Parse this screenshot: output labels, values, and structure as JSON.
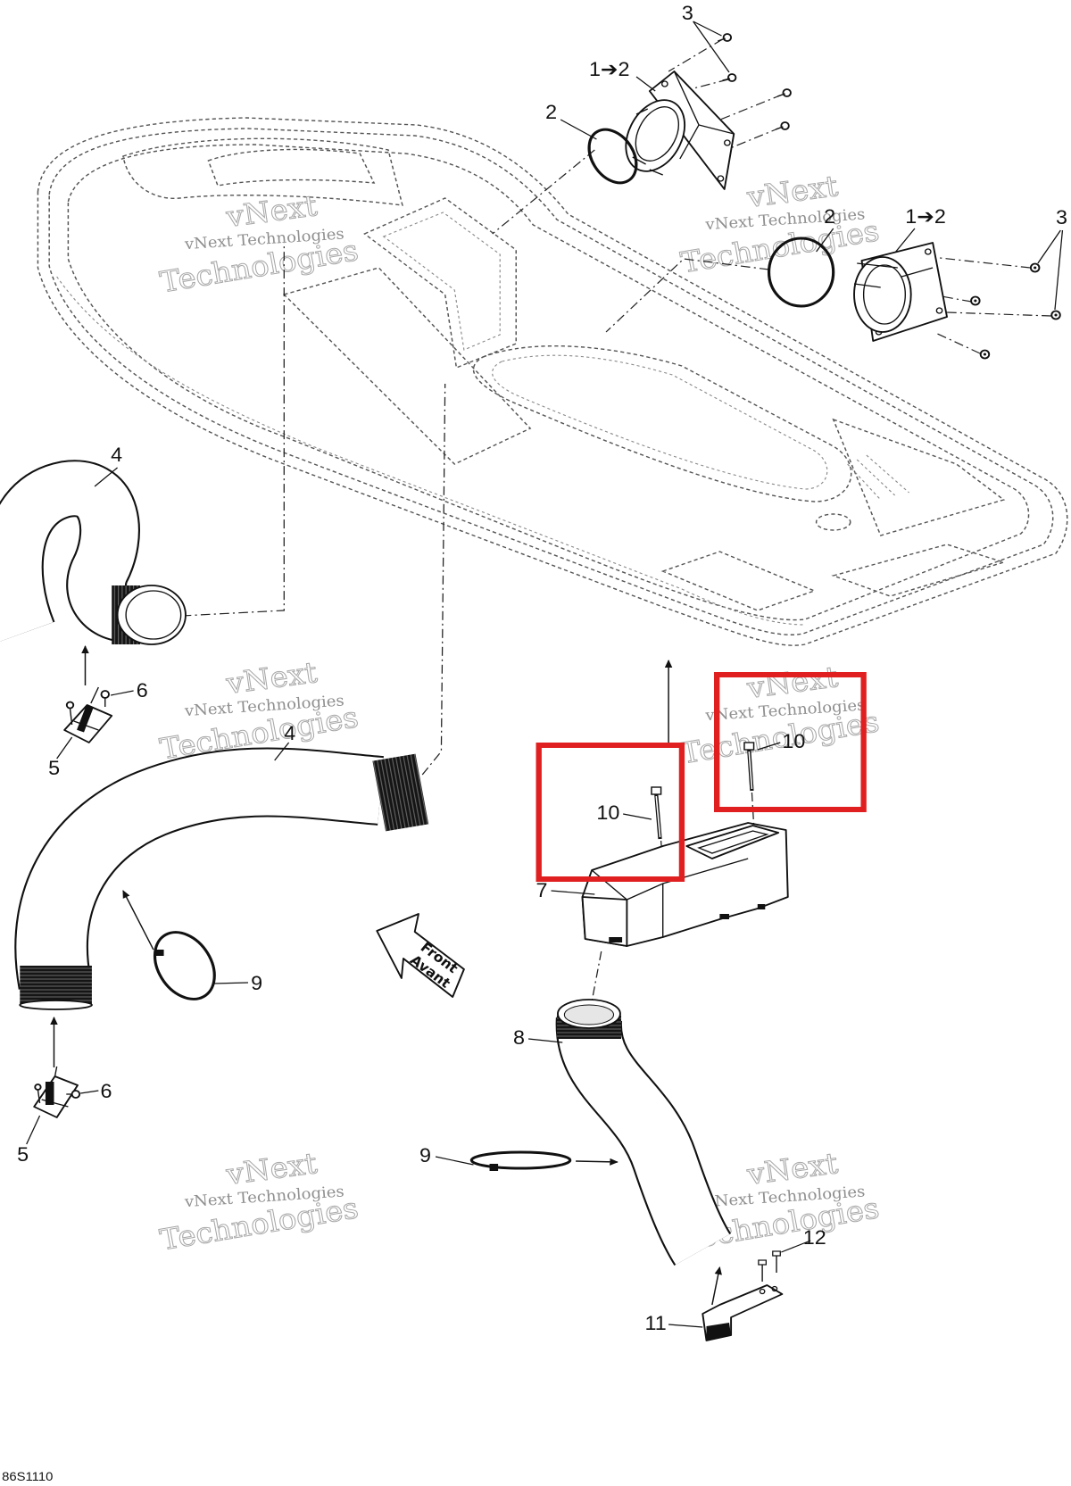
{
  "diagram": {
    "callouts": [
      "3",
      "1➔2",
      "2",
      "2",
      "1➔2",
      "3",
      "4",
      "6",
      "5",
      "4",
      "10",
      "10",
      "7",
      "9",
      "8",
      "6",
      "5",
      "9",
      "12",
      "11"
    ],
    "direction_arrow": {
      "line1": "Front",
      "line2": "Avant"
    },
    "figure_code": "86S1110",
    "watermark": {
      "word1": "vNext",
      "line": "vNext Technologies",
      "word2": "Technologies"
    }
  },
  "colors": {
    "highlight": "#e02020",
    "line": "#111111",
    "hull_dash": "#555555",
    "watermark": "#9a9a9a"
  }
}
